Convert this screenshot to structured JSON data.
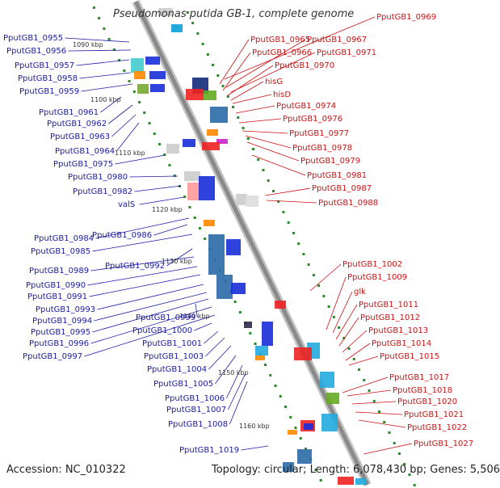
{
  "title": "Pseudomonas putida GB-1, complete genome",
  "accession": "Accession: NC_010322",
  "topology": "Topology: circular; Length: 6,078,430 bp; Genes: 5,506",
  "colors": {
    "left_label": "#1a1aa6",
    "right_label": "#cc1111",
    "backbone": "#9a9a9a",
    "skew": "#2a8a2a"
  },
  "kbp_ticks": [
    "1090 kbp",
    "1100 kbp",
    "1110 kbp",
    "1120 kbp",
    "1130 kbp",
    "1140 kbp",
    "1150 kbp",
    "1160 kbp"
  ],
  "left_labels": [
    "PputGB1_0955",
    "PputGB1_0956",
    "PputGB1_0957",
    "PputGB1_0958",
    "PputGB1_0959",
    "PputGB1_0961",
    "PputGB1_0962",
    "PputGB1_0963",
    "PputGB1_0964",
    "PputGB1_0975",
    "PputGB1_0980",
    "PputGB1_0982",
    "valS",
    "PputGB1_0984",
    "PputGB1_0986",
    "PputGB1_0985",
    "PputGB1_0992",
    "PputGB1_0989",
    "PputGB1_0990",
    "PputGB1_0991",
    "PputGB1_0993",
    "PputGB1_0994",
    "PputGB1_0995",
    "PputGB1_0996",
    "PputGB1_0997",
    "PputGB1_0999",
    "PputGB1_1000",
    "PputGB1_1001",
    "PputGB1_1003",
    "PputGB1_1004",
    "PputGB1_1005",
    "PputGB1_1006",
    "PputGB1_1007",
    "PputGB1_1008",
    "PputGB1_1019"
  ],
  "right_labels": [
    "PputGB1_0969",
    "PputGB1_0965",
    "PputGB1_0967",
    "PputGB1_0966",
    "PputGB1_0971",
    "PputGB1_0970",
    "hisG",
    "hisD",
    "PputGB1_0974",
    "PputGB1_0976",
    "PputGB1_0977",
    "PputGB1_0978",
    "PputGB1_0979",
    "PputGB1_0981",
    "PputGB1_0987",
    "PputGB1_0988",
    "PputGB1_1002",
    "PputGB1_1009",
    "glk",
    "PputGB1_1011",
    "PputGB1_1012",
    "PputGB1_1013",
    "PputGB1_1014",
    "PputGB1_1015",
    "PputGB1_1017",
    "PputGB1_1018",
    "PputGB1_1020",
    "PputGB1_1021",
    "PputGB1_1022",
    "PputGB1_1027"
  ]
}
